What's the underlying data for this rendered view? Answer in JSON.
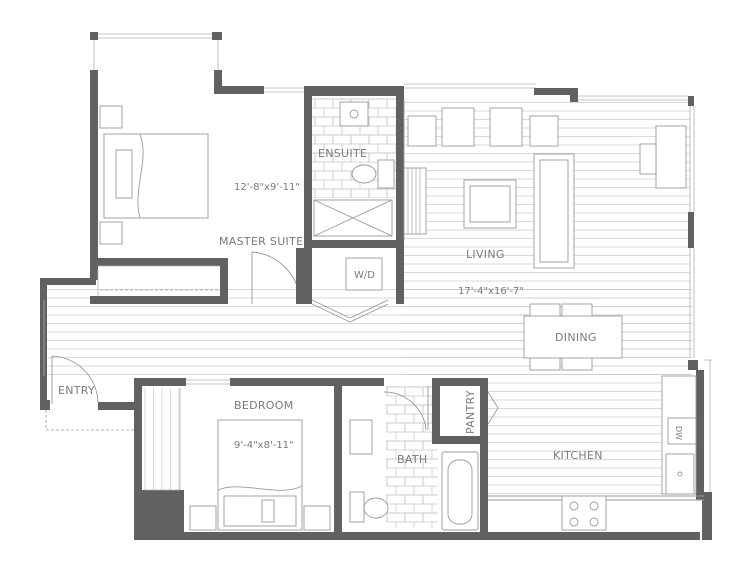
{
  "rooms": {
    "ensuite": "ENSUITE",
    "master_suite": "MASTER SUITE",
    "master_dim": "12'-8\"x9'-11\"",
    "living": "LIVING",
    "living_dim": "17'-4\"x16'-7\"",
    "dining": "DINING",
    "wd": "W/D",
    "entry": "ENTRY",
    "bedroom": "BEDROOM",
    "bedroom_dim": "9'-4\"x8'-11\"",
    "bath": "BATH",
    "pantry": "PANTRY",
    "kitchen": "KITCHEN",
    "dw": "DW"
  },
  "colors": {
    "wall": "#616161",
    "text": "#7a7a7a",
    "floor_lines": "#c4c4c4",
    "fixtures": "#9a9a9a"
  }
}
